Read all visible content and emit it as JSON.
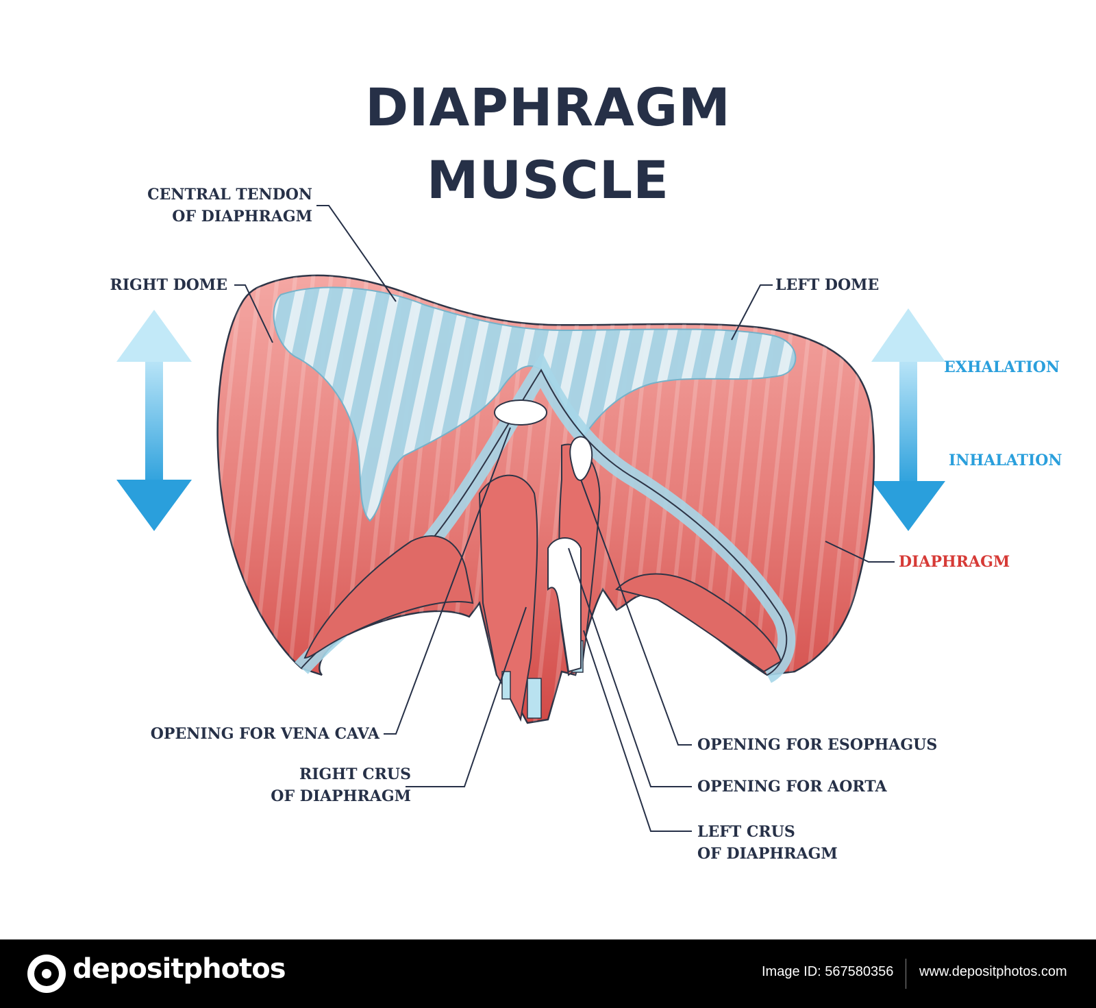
{
  "title": {
    "line1": "DIAPHRAGM",
    "line2": "MUSCLE"
  },
  "labels": {
    "central_tendon_1": "CENTRAL TENDON",
    "central_tendon_2": "OF DIAPHRAGM",
    "right_dome": "RIGHT DOME",
    "left_dome": "LEFT DOME",
    "exhalation": "EXHALATION",
    "inhalation": "INHALATION",
    "diaphragm": "DIAPHRAGM",
    "vena_cava": "OPENING FOR VENA CAVA",
    "right_crus_1": "RIGHT CRUS",
    "right_crus_2": "OF DIAPHRAGM",
    "esophagus": "OPENING FOR ESOPHAGUS",
    "aorta": "OPENING FOR AORTA",
    "left_crus_1": "LEFT CRUS",
    "left_crus_2": "OF DIAPHRAGM"
  },
  "footer": {
    "brand": "depositphotos",
    "image_id": "Image ID: 567580356",
    "site": "www.depositphotos.com"
  },
  "colors": {
    "title": "#263047",
    "muscle": "#e46a6a",
    "muscle_dark": "#cf3f3f",
    "tendon": "#9fd3e6",
    "arrow": "#2a9fdc",
    "diaphragm_label": "#d63a36"
  }
}
